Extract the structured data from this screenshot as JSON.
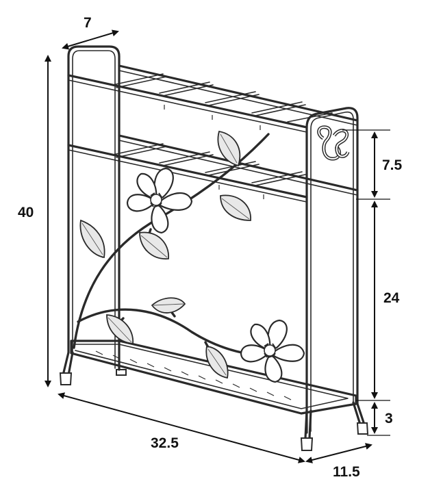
{
  "dimensions": {
    "depth_top": "7",
    "height_total": "40",
    "upper_rail_gap": "7.5",
    "lower_section": "24",
    "leg_height": "3",
    "width": "32.5",
    "depth_base": "11.5"
  },
  "colors": {
    "line": "#2a2a2a",
    "leaf_fill": "#e8e8e8",
    "background": "#ffffff"
  },
  "icons": {
    "hook": "s-hook-icon",
    "flower": "flower-icon",
    "leaf": "leaf-icon"
  }
}
